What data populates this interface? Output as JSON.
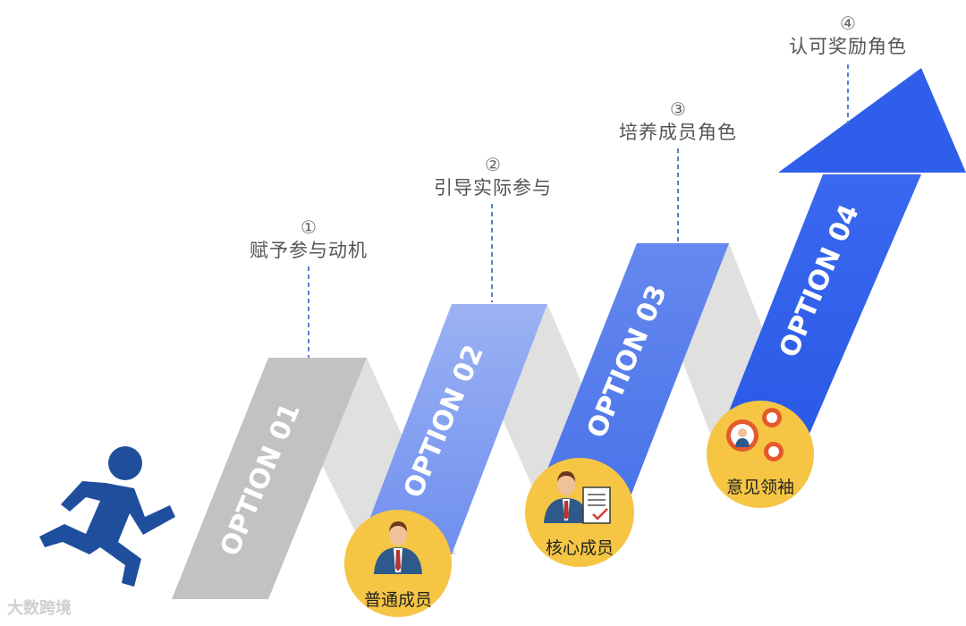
{
  "steps": [
    {
      "number": "①",
      "label": "赋予参与动机",
      "option": "OPTION 01",
      "role": "普通成员"
    },
    {
      "number": "②",
      "label": "引导实际参与",
      "option": "OPTION 02",
      "role": "核心成员"
    },
    {
      "number": "③",
      "label": "培养成员角色",
      "option": "OPTION 03",
      "role": "意见领袖"
    },
    {
      "number": "④",
      "label": "认可奖励角色",
      "option": "OPTION 04"
    }
  ],
  "colors": {
    "option01": "#c4c4c4",
    "option02": "#8da7ef",
    "option03": "#5c82ec",
    "option04": "#2f5fea",
    "fold": "#e2e2e2",
    "badge": "#f6c544",
    "runner": "#1f4f9c"
  },
  "watermark": "大数跨境"
}
